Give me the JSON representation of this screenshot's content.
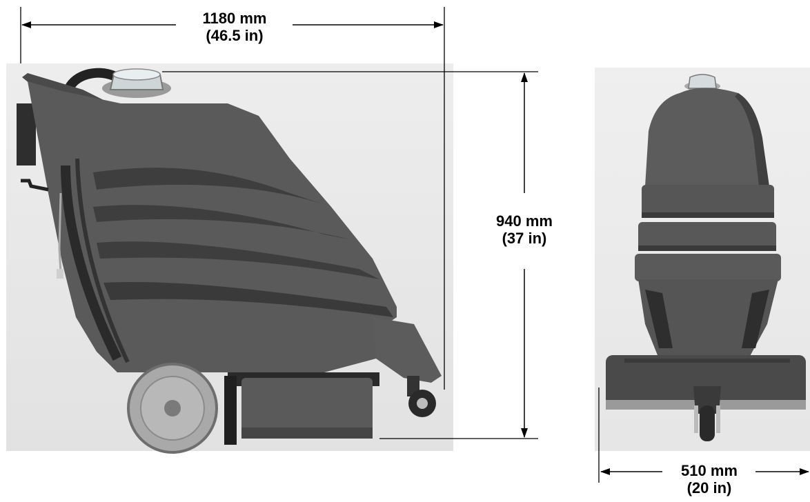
{
  "dimensions": {
    "length": {
      "metric": "1180 mm",
      "imperial": "(46.5 in)"
    },
    "height": {
      "metric": "940 mm",
      "imperial": "(37 in)"
    },
    "width": {
      "metric": "510 mm",
      "imperial": "(20 in)"
    }
  },
  "colors": {
    "body": "#5a5a5a",
    "body_dark": "#3a3a3a",
    "body_shadow": "#2f2f2f",
    "wheel": "#a9a9a9",
    "background": "#f2f2f2",
    "line": "#000000"
  }
}
